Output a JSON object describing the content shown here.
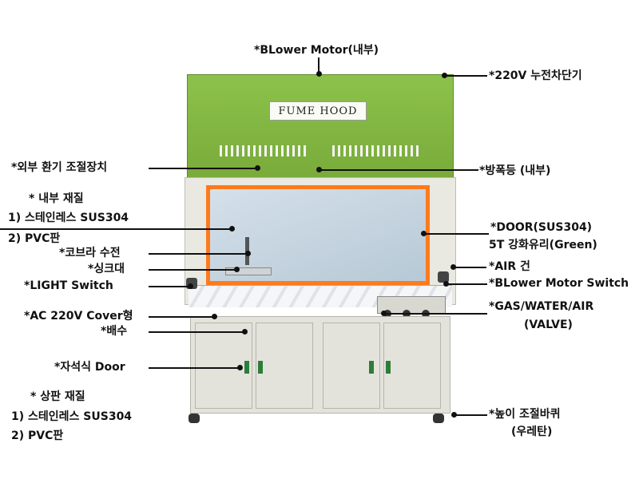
{
  "product": {
    "name_plate": "FUME HOOD",
    "colors": {
      "canopy": "#86bc45",
      "body": "#e6e6de",
      "frame": "#ff7a1a",
      "glass": "#c7d6e2"
    }
  },
  "labels": {
    "blower_motor": "*BLower Motor(내부)",
    "breaker": "*220V 누전차단기",
    "exhaust_control": "*외부 환기 조절장치",
    "explosion_light": "*방폭등 (내부)",
    "inner_material_title": "* 내부 재질",
    "inner_material_1": "1) 스테인레스 SUS304",
    "inner_material_2": "2) PVC판",
    "door_line1": "*DOOR(SUS304)",
    "door_line2": "5T 강화유리(Green)",
    "cobra_faucet": "*코브라 수전",
    "sink": "*싱크대",
    "air_gun": "*AIR 건",
    "light_switch": "*LIGHT Switch",
    "blower_switch": "*BLower Motor Switch",
    "ac_cover": "*AC 220V Cover형",
    "valve_line1": "*GAS/WATER/AIR",
    "valve_line2": "(VALVE)",
    "drain": "*배수",
    "magnetic_door": "*자석식 Door",
    "top_material_title": "* 상판 재질",
    "top_material_1": "1) 스테인레스 SUS304",
    "top_material_2": "2) PVC판",
    "caster_line1": "*높이 조절바퀴",
    "caster_line2": "(우레탄)"
  }
}
